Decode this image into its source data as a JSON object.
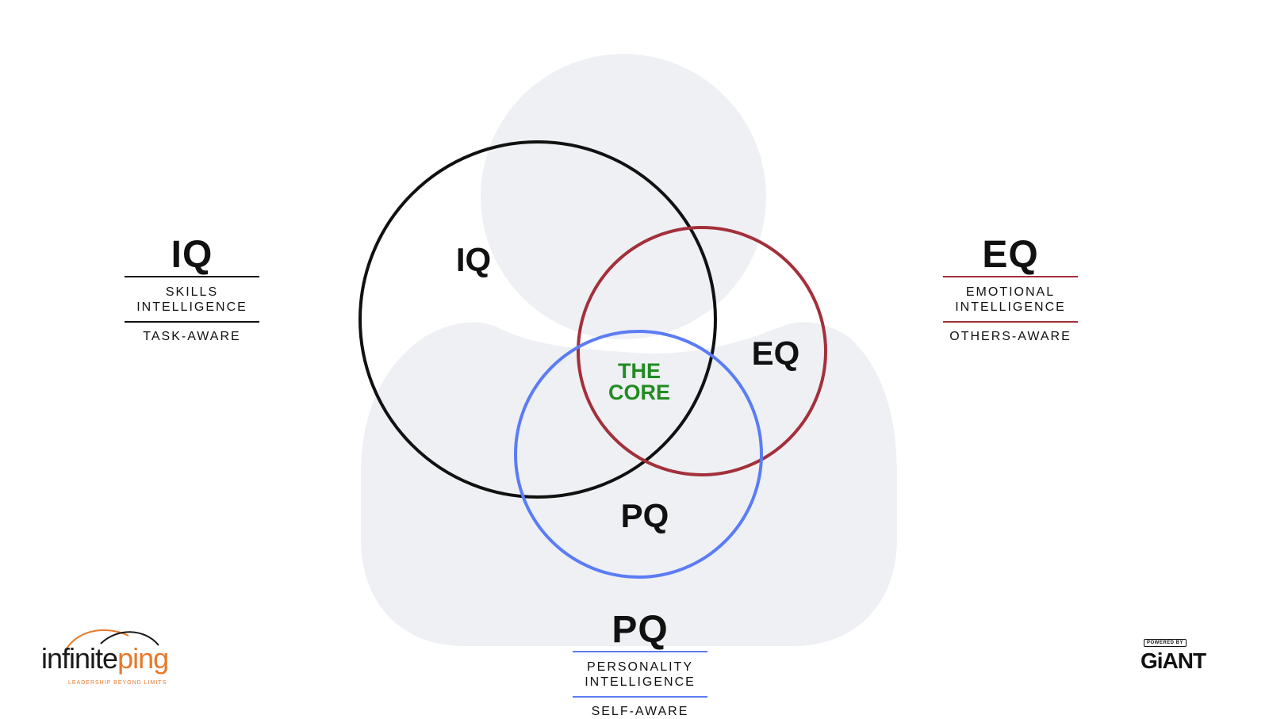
{
  "diagram": {
    "inner_labels": {
      "iq": "IQ",
      "eq": "EQ",
      "pq": "PQ",
      "core_line1": "THE",
      "core_line2": "CORE"
    },
    "colors": {
      "iq": "#111111",
      "eq": "#a3303a",
      "pq": "#5b7cf5",
      "core": "#238b23",
      "silhouette": "#eef0f4"
    }
  },
  "iq_panel": {
    "code": "IQ",
    "subtitle_line1": "SKILLS",
    "subtitle_line2": "INTELLIGENCE",
    "aware": "TASK-AWARE"
  },
  "eq_panel": {
    "code": "EQ",
    "subtitle_line1": "EMOTIONAL",
    "subtitle_line2": "INTELLIGENCE",
    "aware": "OTHERS-AWARE"
  },
  "pq_panel": {
    "code": "PQ",
    "subtitle_line1": "PERSONALITY",
    "subtitle_line2": "INTELLIGENCE",
    "aware": "SELF-AWARE"
  },
  "logos": {
    "left_part1": "infinite",
    "left_part2": "ping",
    "left_tagline": "LEADERSHIP BEYOND LIMITS",
    "right_powered": "POWERED BY",
    "right_name": "GiANT"
  }
}
